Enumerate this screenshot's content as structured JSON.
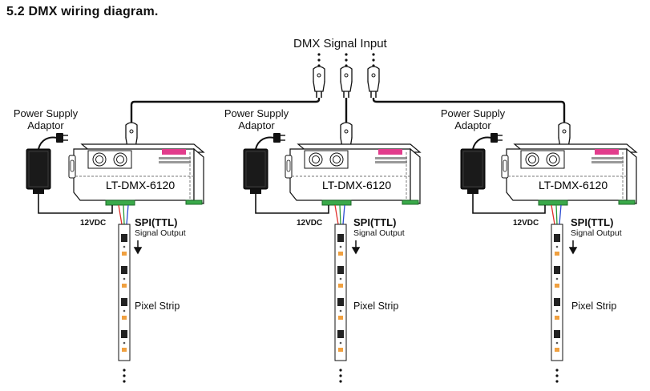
{
  "heading": "5.2 DMX wiring diagram.",
  "signal_input_label": "DMX Signal Input",
  "units": [
    {
      "psu_label_line1": "Power Supply",
      "psu_label_line2": "Adaptor",
      "model": "LT-DMX-6120",
      "voltage": "12VDC",
      "output_title": "SPI(TTL)",
      "output_subtitle": "Signal Output",
      "strip_label": "Pixel Strip"
    },
    {
      "psu_label_line1": "Power Supply",
      "psu_label_line2": "Adaptor",
      "model": "LT-DMX-6120",
      "voltage": "12VDC",
      "output_title": "SPI(TTL)",
      "output_subtitle": "Signal Output",
      "strip_label": "Pixel Strip"
    },
    {
      "psu_label_line1": "Power Supply",
      "psu_label_line2": "Adaptor",
      "model": "LT-DMX-6120",
      "voltage": "12VDC",
      "output_title": "SPI(TTL)",
      "output_subtitle": "Signal Output",
      "strip_label": "Pixel Strip"
    }
  ],
  "colors": {
    "wire": "#111111",
    "terminal_green": "#3aa94a",
    "terminal_pink": "#e23c8c",
    "wire_red": "#e0302a",
    "wire_green": "#2a9a3a",
    "wire_blue": "#2a4ad0",
    "led_orange": "#f0a040"
  }
}
